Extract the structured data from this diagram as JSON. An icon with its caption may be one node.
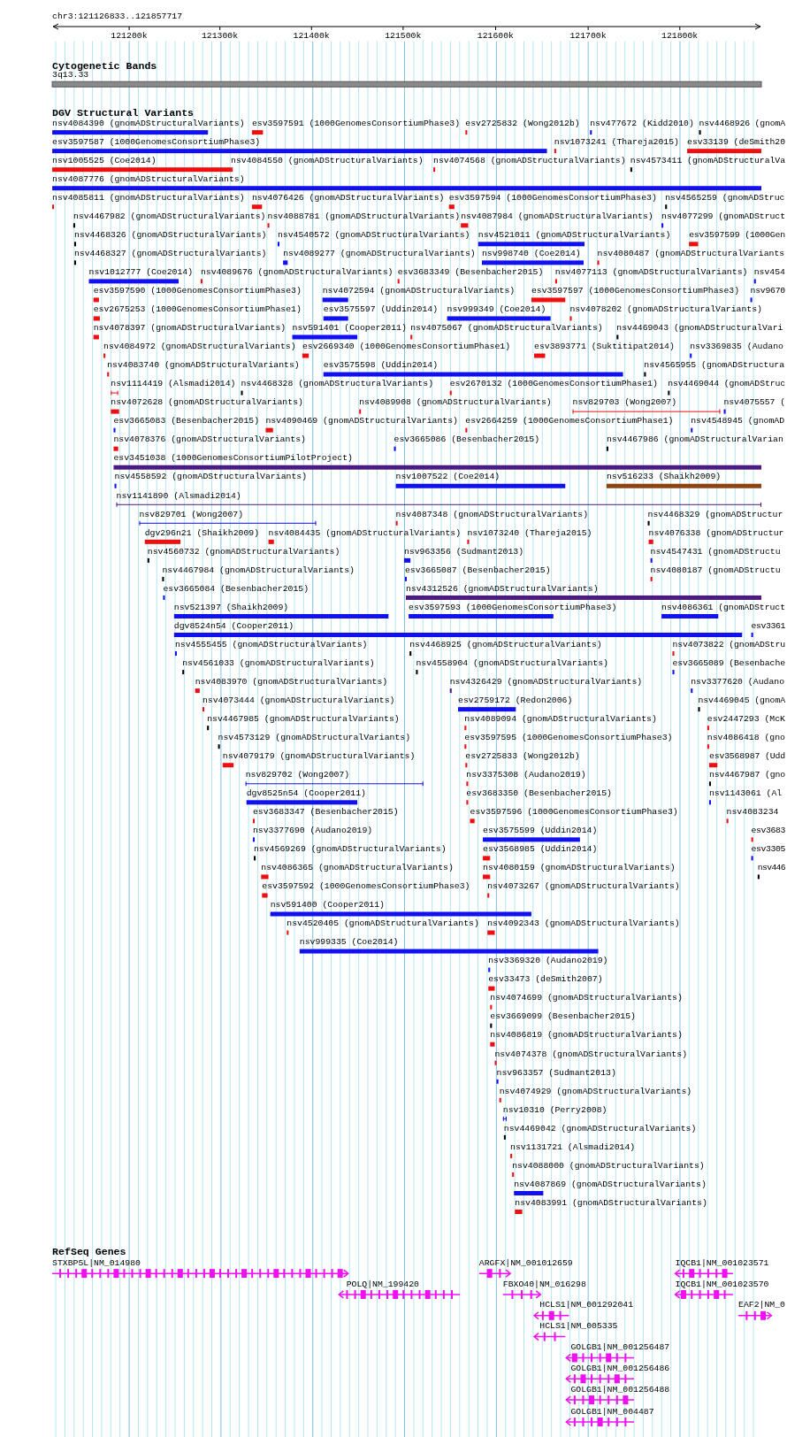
{
  "diagram": {
    "labels": [
      "chr3:121126833..121857717",
      "121200k",
      "121300k",
      "121400k",
      "121500k",
      "121600k",
      "121700k",
      "121800k",
      "Cytogenetic Bands",
      "3q13.33",
      "DGV Structural Variants",
      "nsv4084390 (gnomADStructuralVariants)",
      "esv3597591 (1000GenomesConsortiumPhase3)",
      "esv2725832 (Wong2012b)",
      "nsv477672 (Kidd2010)",
      "nsv4468926 (gnomA",
      "esv3597587 (1000GenomesConsortiumPhase3)",
      "nsv1073241 (Thareja2015)",
      "esv33139 (deSmith20",
      "nsv1005525 (Coe2014)",
      "nsv4084550 (gnomADStructuralVariants)",
      "nsv4074568 (gnomADStructuralVariants)",
      "nsv4573411 (gnomADStructuralVa",
      "nsv4087776 (gnomADStructuralVariants)",
      "nsv4085811 (gnomADStructuralVariants)",
      "nsv4076426 (gnomADStructuralVariants)",
      "esv3597594 (1000GenomesConsortiumPhase3)",
      "nsv4565259 (gnomADStruc",
      "nsv4467982 (gnomADStructuralVariants)",
      "nsv4088781 (gnomADStructuralVariants)",
      "nsv4087984 (gnomADStructuralVariants)",
      "nsv4077299 (gnomADStruct",
      "nsv4468326 (gnomADStructuralVariants)",
      "nsv4540572 (gnomADStructuralVariants)",
      "nsv4521011 (gnomADStructuralVariants)",
      "esv3597599 (1000Gen",
      "nsv4468327 (gnomADStructuralVariants)",
      "nsv4089277 (gnomADStructuralVariants)",
      "nsv998740 (Coe2014)",
      "nsv4080487 (gnomADStructuralVariants",
      "nsv1012777 (Coe2014)",
      "nsv4089676 (gnomADStructuralVariants)",
      "esv3683349 (Besenbacher2015)",
      "nsv4077113 (gnomADStructuralVariants)",
      "nsv454",
      "esv3597590 (1000GenomesConsortiumPhase3)",
      "nsv4072594 (gnomADStructuralVariants)",
      "esv3597597 (1000GenomesConsortiumPhase3)",
      "nsv9670",
      "esv2675253 (1000GenomesConsortiumPhase1)",
      "esv3575597 (Uddin2014)",
      "nsv999349 (Coe2014)",
      "nsv4078202 (gnomADStructuralVariants)",
      "nsv4078397 (gnomADStructuralVariants)",
      "nsv591401 (Cooper2011)",
      "nsv4075067 (gnomADStructuralVariants)",
      "nsv4469043 (gnomADStructuralVari",
      "nsv4084972 (gnomADStructuralVariants)",
      "esv2669340 (1000GenomesConsortiumPhase1)",
      "esv3893771 (Suktitipat2014)",
      "nsv3369835 (Audano",
      "nsv4083740 (gnomADStructuralVariants)",
      "esv3575598 (Uddin2014)",
      "nsv4565955 (gnomADStructura",
      "nsv1114419 (Alsmadi2014)",
      "nsv4468328 (gnomADStructuralVariants)",
      "esv2670132 (1000GenomesConsortiumPhase1)",
      "nsv4469044 (gnomADStruc",
      "nsv4072628 (gnomADStructuralVariants)",
      "nsv4089908 (gnomADStructuralVariants)",
      "nsv829703 (Wong2007)",
      "nsv4075557 (",
      "esv3665083 (Besenbacher2015)",
      "nsv4090469 (gnomADStructuralVariants)",
      "esv2664259 (1000GenomesConsortiumPhase1)",
      "nsv4548945 (gnomAD",
      "nsv4078376 (gnomADStructuralVariants)",
      "esv3665086 (Besenbacher2015)",
      "nsv4467986 (gnomADStructuralVarian",
      "esv3451038 (1000GenomesConsortiumPilotProject)",
      "nsv4558592 (gnomADStructuralVariants)",
      "nsv1007522 (Coe2014)",
      "nsv516233 (Shaikh2009)",
      "nsv1141890 (Alsmadi2014)",
      "nsv829701 (Wong2007)",
      "nsv4087348 (gnomADStructuralVariants)",
      "nsv4468329 (gnomADStructur",
      "dgv296n21 (Shaikh2009)",
      "nsv4084435 (gnomADStructuralVariants)",
      "nsv1073240 (Thareja2015)",
      "nsv4076338 (gnomADStructur",
      "nsv4560732 (gnomADStructuralVariants)",
      "nsv963356 (Sudmant2013)",
      "nsv4547431 (gnomADStructu",
      "nsv4467984 (gnomADStructuralVariants)",
      "esv3665087 (Besenbacher2015)",
      "nsv4080187 (gnomADStructu",
      "esv3665084 (Besenbacher2015)",
      "nsv4312526 (gnomADStructuralVariants)",
      "nsv521397 (Shaikh2009)",
      "esv3597593 (1000GenomesConsortiumPhase3)",
      "nsv4086361 (gnomADStruct",
      "dgv8524n54 (Cooper2011)",
      "esv3361",
      "nsv4555455 (gnomADStructuralVariants)",
      "nsv4468925 (gnomADStructuralVariants)",
      "nsv4073822 (gnomADStru",
      "nsv4561033 (gnomADStructuralVariants)",
      "nsv4558904 (gnomADStructuralVariants)",
      "esv3665089 (Besenbache",
      "nsv4083970 (gnomADStructuralVariants)",
      "nsv4326429 (gnomADStructuralVariants)",
      "nsv3377620 (Audano",
      "nsv4073444 (gnomADStructuralVariants)",
      "esv2759172 (Redon2006)",
      "nsv4469045 (gnomA",
      "nsv4467985 (gnomADStructuralVariants)",
      "nsv4089094 (gnomADStructuralVariants)",
      "esv2447293 (McK",
      "nsv4573129 (gnomADStructuralVariants)",
      "esv3597595 (1000GenomesConsortiumPhase3)",
      "nsv4086418 (gno",
      "nsv4079179 (gnomADStructuralVariants)",
      "esv2725833 (Wong2012b)",
      "esv3568987 (Udd",
      "nsv829702 (Wong2007)",
      "nsv3375308 (Audano2019)",
      "nsv4467987 (gno",
      "dgv8525n54 (Cooper2011)",
      "esv3683350 (Besenbacher2015)",
      "nsv1143061 (Al",
      "esv3683347 (Besenbacher2015)",
      "esv3597596 (1000GenomesConsortiumPhase3)",
      "nsv4083234",
      "nsv3377690 (Audano2019)",
      "esv3575599 (Uddin2014)",
      "esv3683",
      "nsv4569269 (gnomADStructuralVariants)",
      "esv3568985 (Uddin2014)",
      "esv3305",
      "nsv4086365 (gnomADStructuralVariants)",
      "nsv4080159 (gnomADStructuralVariants)",
      "nsv446",
      "esv3597592 (1000GenomesConsortiumPhase3)",
      "nsv4073267 (gnomADStructuralVariants)",
      "nsv591400 (Cooper2011)",
      "nsv4520405 (gnomADStructuralVariants)",
      "nsv4092343 (gnomADStructuralVariants)",
      "nsv999335 (Coe2014)",
      "nsv3369320 (Audano2019)",
      "esv33473 (deSmith2007)",
      "nsv4074699 (gnomADStructuralVariants)",
      "esv3669099 (Besenbacher2015)",
      "nsv4086819 (gnomADStructuralVariants)",
      "nsv4074378 (gnomADStructuralVariants)",
      "nsv963357 (Sudmant2013)",
      "nsv4074929 (gnomADStructuralVariants)",
      "nsv10310 (Perry2008)",
      "nsv4469042 (gnomADStructuralVariants)",
      "nsv1131721 (Alsmadi2014)",
      "nsv4088000 (gnomADStructuralVariants)",
      "nsv4087869 (gnomADStructuralVariants)",
      "nsv4083991 (gnomADStructuralVariants)",
      "RefSeq Genes",
      "STXBP5L|NM_014980",
      "ARGFX|NM_001012659",
      "IQCB1|NM_001023571",
      "POLQ|NM_199420",
      "FBXO40|NM_016298",
      "IQCB1|NM_001023570",
      "HCLS1|NM_001292041",
      "EAF2|NM_0",
      "HCLS1|NM_005335",
      "GOLGB1|NM_001256487",
      "GOLGB1|NM_001256486",
      "GOLGB1|NM_001256488",
      "GOLGB1|NM_004487"
    ]
  }
}
